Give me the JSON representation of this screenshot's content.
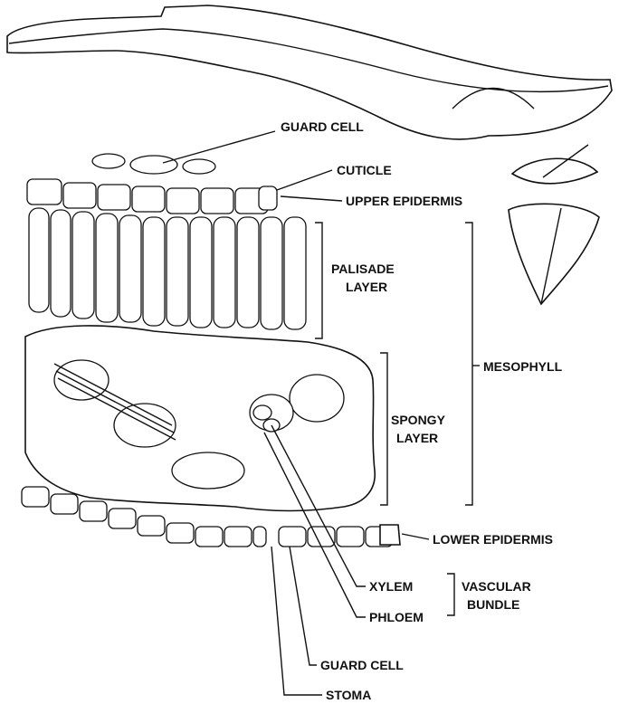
{
  "labels": {
    "guard_cell_top": "GUARD CELL",
    "cuticle": "CUTICLE",
    "upper_epidermis": "UPPER EPIDERMIS",
    "palisade_1": "PALISADE",
    "palisade_2": "LAYER",
    "mesophyll": "MESOPHYLL",
    "spongy_1": "SPONGY",
    "spongy_2": "LAYER",
    "lower_epidermis": "LOWER EPIDERMIS",
    "xylem": "XYLEM",
    "phloem": "PHLOEM",
    "vascular_1": "VASCULAR",
    "vascular_2": "BUNDLE",
    "guard_cell_bottom": "GUARD CELL",
    "stoma": "STOMA"
  }
}
